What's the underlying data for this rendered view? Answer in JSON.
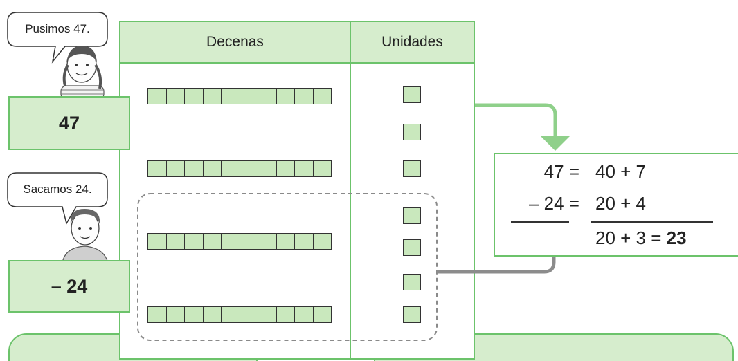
{
  "girl_bubble": "Pusimos 47.",
  "boy_bubble": "Sacamos 24.",
  "first_number": "47",
  "second_number": "– 24",
  "table": {
    "tens_header": "Decenas",
    "units_header": "Unidades",
    "tens_bars": 4,
    "unit_cubes": 7
  },
  "equation": {
    "row1_left": "47 =",
    "row1_right": "40 + 7",
    "row2_left": "– 24 =",
    "row2_right": "20 + 4",
    "row3_prefix": "20 + 3 =",
    "row3_result": "23"
  },
  "colors": {
    "green_border": "#6cc36b",
    "green_fill": "#d6edcd",
    "block_fill": "#c9e8bd",
    "arrow_green": "#8fd08a",
    "arrow_gray": "#8c8c8c"
  }
}
